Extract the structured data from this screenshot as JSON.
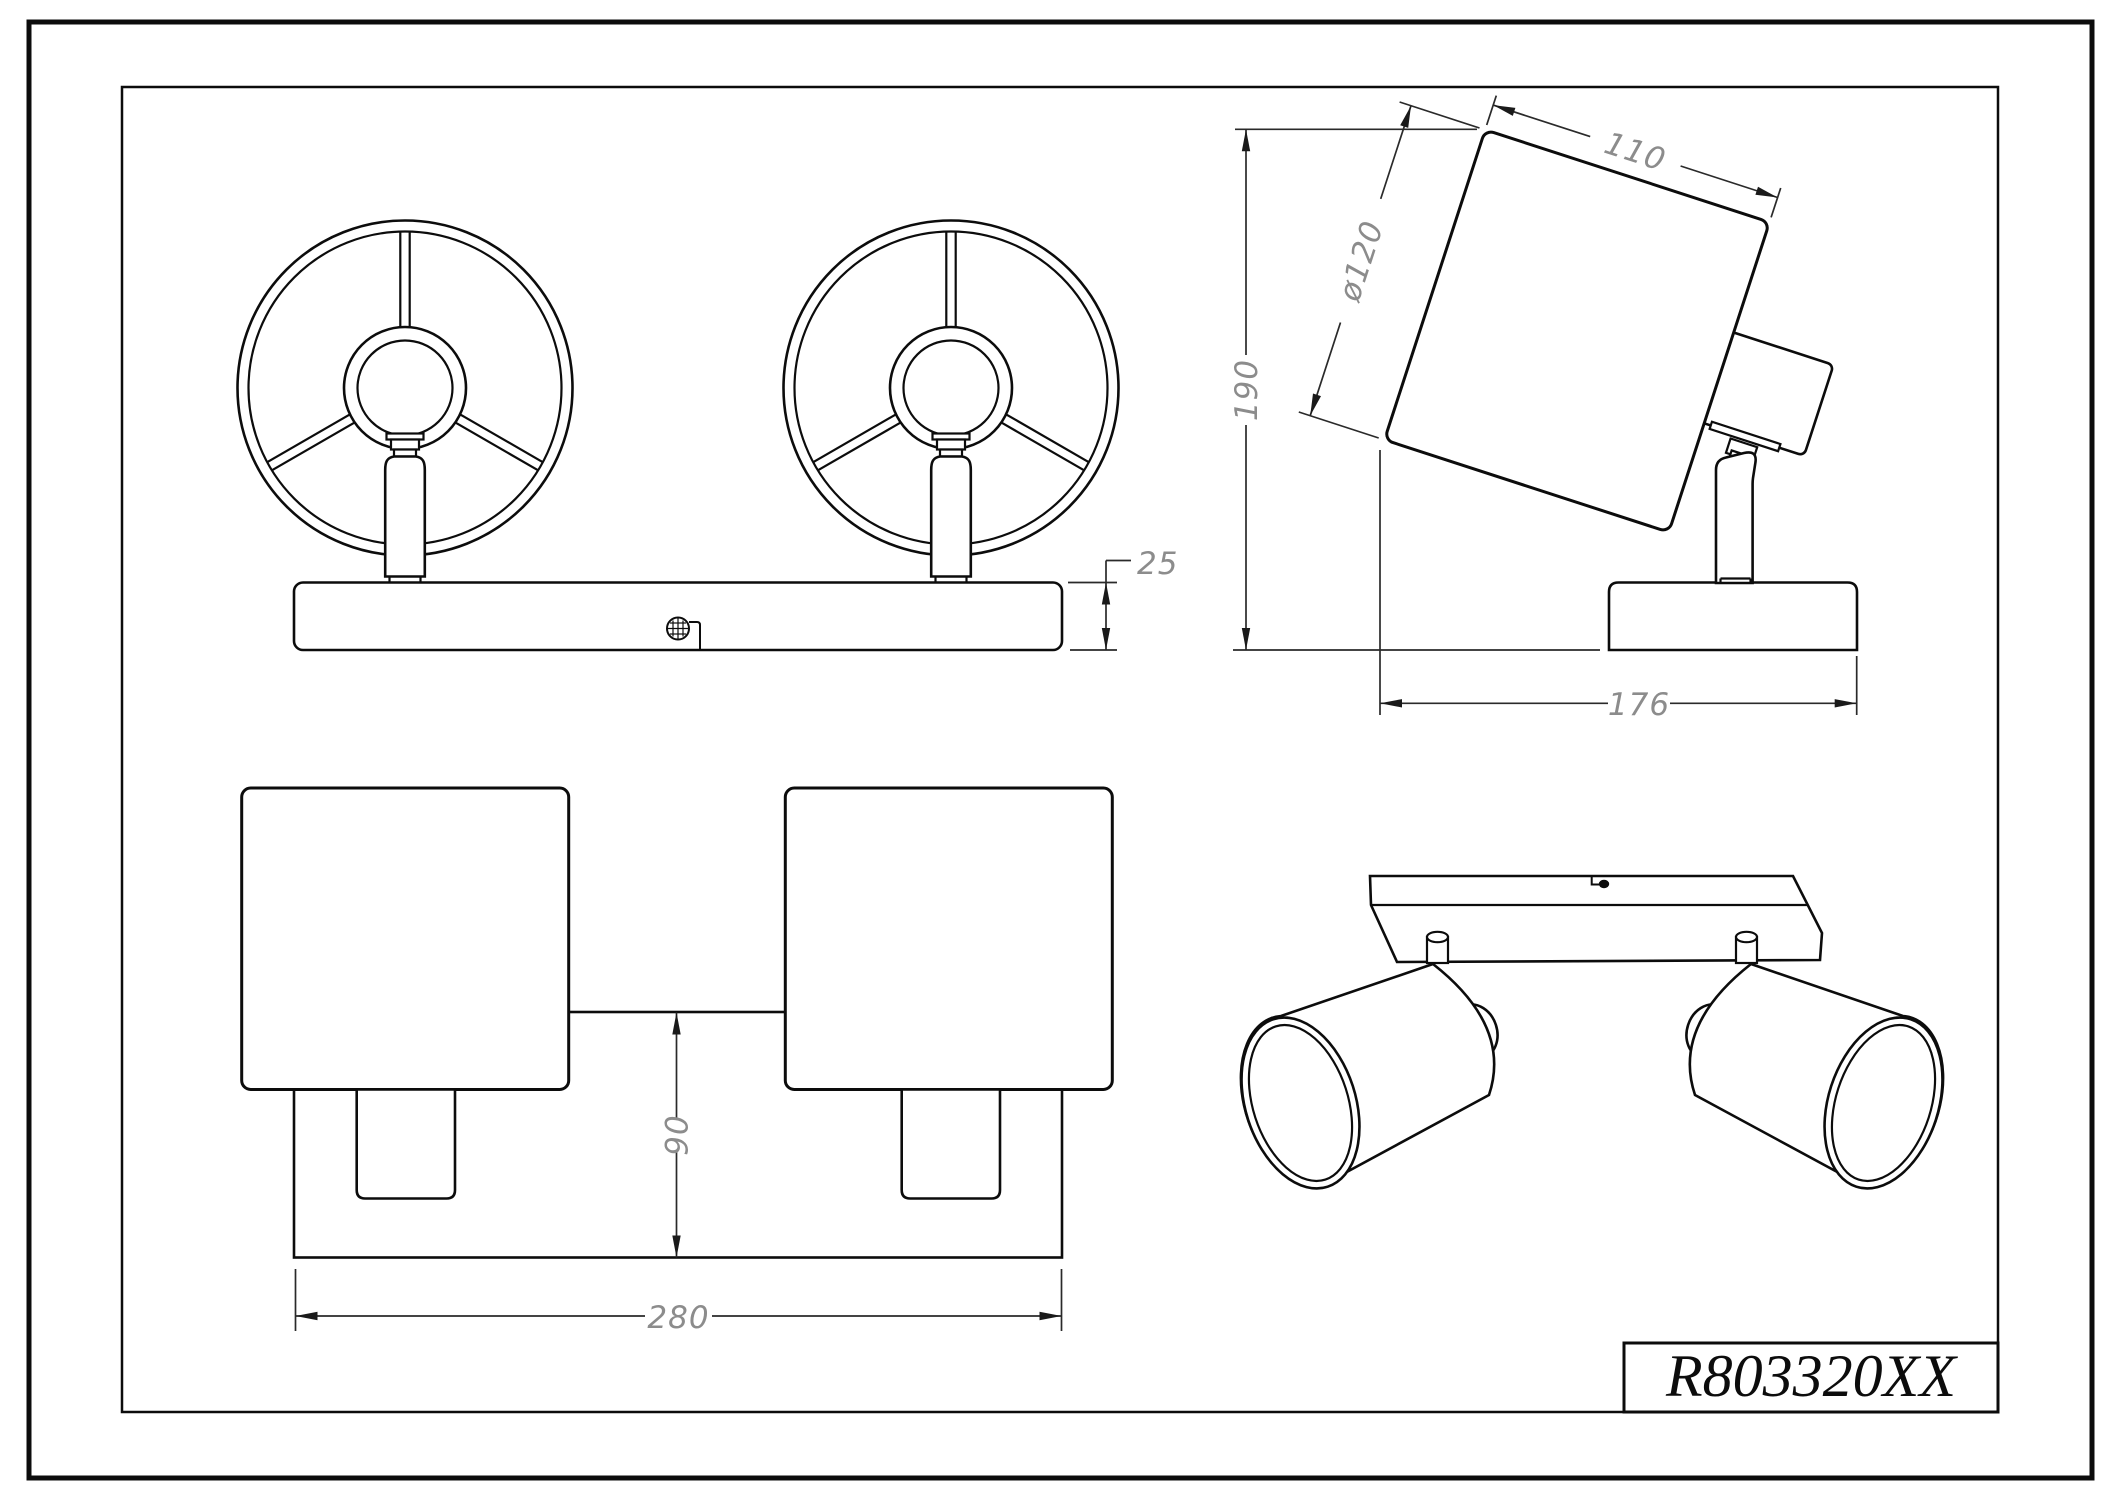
{
  "drawing": {
    "product_code": "R803320XX",
    "dimensions": {
      "base_thickness": "25",
      "overall_height": "190",
      "shade_diameter": "ø120",
      "shade_length": "110",
      "base_length_side": "176",
      "base_depth": "90",
      "base_width": "280"
    }
  }
}
